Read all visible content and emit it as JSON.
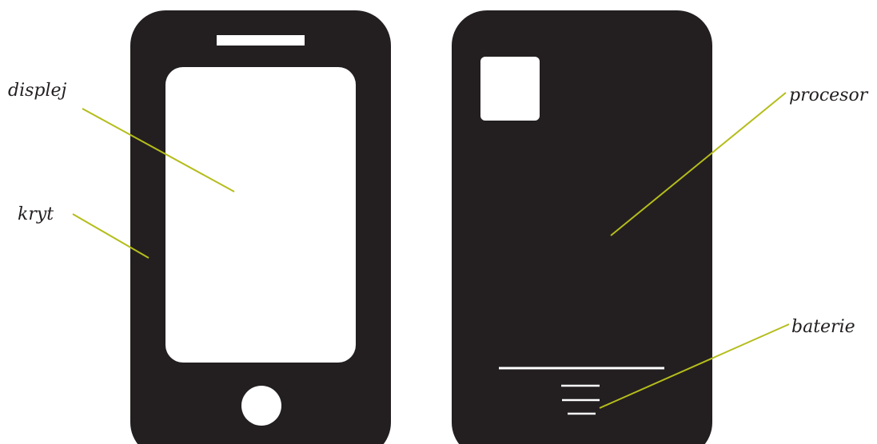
{
  "colors": {
    "phone_body": "#231f20",
    "phone_surface": "#ffffff",
    "leader_line": "#b5bd1b",
    "label_text": "#231f20",
    "background": "#ffffff"
  },
  "front_view": {
    "labels": {
      "display": "displej",
      "case": "kryt"
    }
  },
  "back_view": {
    "labels": {
      "processor": "procesor",
      "battery": "baterie"
    }
  }
}
